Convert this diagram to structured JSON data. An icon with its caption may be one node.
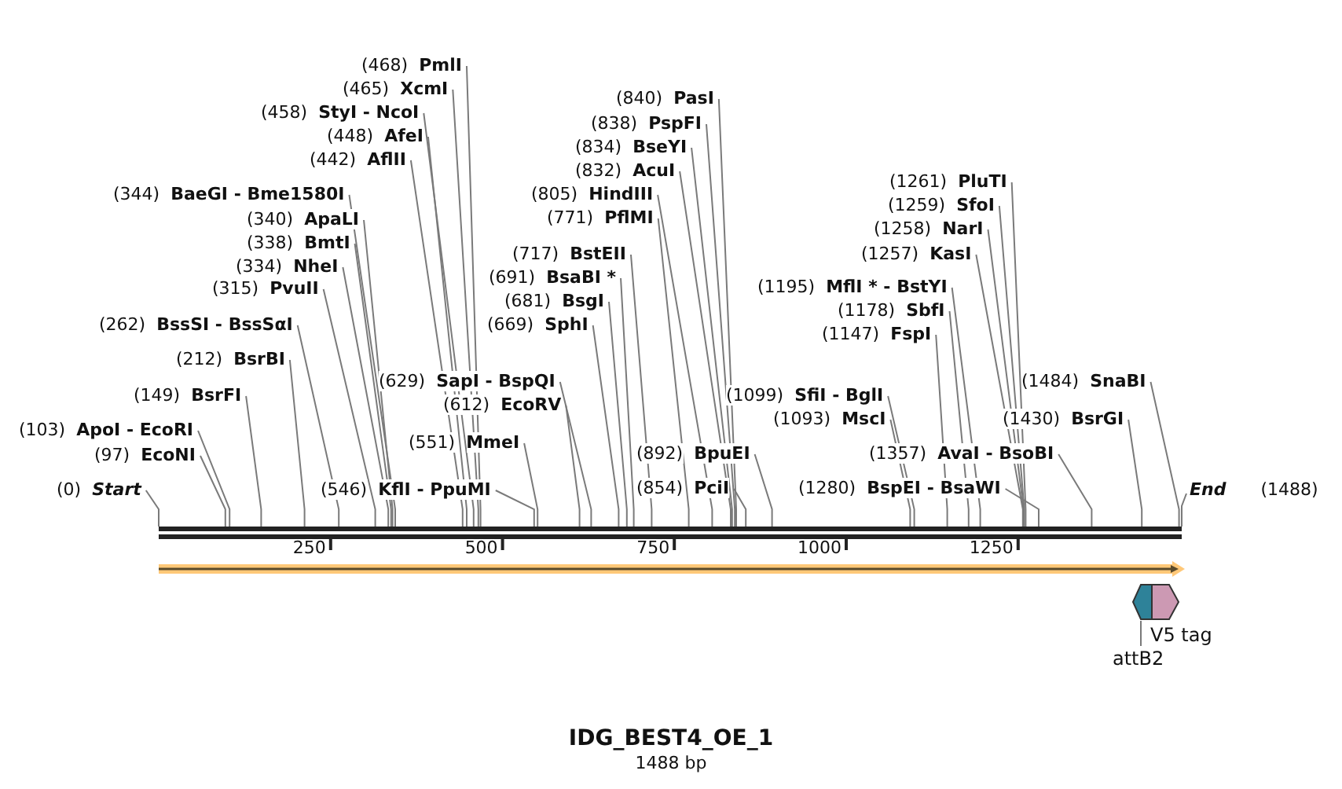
{
  "diagram": {
    "title": "IDG_BEST4_OE_1",
    "caption": "1488 bp",
    "nodes": [
      {
        "text": [
          "(468)",
          "PmlI"
        ]
      },
      {
        "text": [
          "(465)",
          "XcmI"
        ]
      },
      {
        "text": [
          "(458)",
          "StyI - NcoI"
        ]
      },
      {
        "text": [
          "(448)",
          "AfeI"
        ]
      },
      {
        "text": [
          "(442)",
          "AflII"
        ]
      },
      {
        "text": [
          "(344)",
          "BaeGI - Bme1580I"
        ]
      },
      {
        "text": [
          "(340)",
          "ApaLI"
        ]
      },
      {
        "text": [
          "(338)",
          "BmtI"
        ]
      },
      {
        "text": [
          "(334)",
          "NheI"
        ]
      },
      {
        "text": [
          "(315)",
          "PvuII"
        ]
      },
      {
        "text": [
          "(262)",
          "BssSI - BssSαI"
        ]
      },
      {
        "text": [
          "(212)",
          "BsrBI"
        ]
      },
      {
        "text": [
          "(149)",
          "BsrFI"
        ]
      },
      {
        "text": [
          "(103)",
          "ApoI - EcoRI"
        ]
      },
      {
        "text": [
          "(97)",
          "EcoNI"
        ]
      },
      {
        "text": [
          "(0)",
          "Start"
        ]
      },
      {
        "text": [
          "(546)",
          "KflI - PpuMI"
        ]
      },
      {
        "text": [
          "(551)",
          "MmeI"
        ]
      },
      {
        "text": [
          "(612)",
          "EcoRV"
        ]
      },
      {
        "text": [
          "(629)",
          "SapI - BspQI"
        ]
      },
      {
        "text": [
          "(669)",
          "SphI"
        ]
      },
      {
        "text": [
          "(681)",
          "BsgI"
        ]
      },
      {
        "text": [
          "(691)",
          "BsaBI *"
        ]
      },
      {
        "text": [
          "(717)",
          "BstEII"
        ]
      },
      {
        "text": [
          "(771)",
          "PflMI"
        ]
      },
      {
        "text": [
          "(805)",
          "HindIII"
        ]
      },
      {
        "text": [
          "(832)",
          "AcuI"
        ]
      },
      {
        "text": [
          "(834)",
          "BseYI"
        ]
      },
      {
        "text": [
          "(838)",
          "PspFI"
        ]
      },
      {
        "text": [
          "(840)",
          "PasI"
        ]
      },
      {
        "text": [
          "(892)",
          "BpuEI"
        ]
      },
      {
        "text": [
          "(854)",
          "PciI"
        ]
      },
      {
        "text": [
          "(1099)",
          "SfiI - BglI"
        ]
      },
      {
        "text": [
          "(1093)",
          "MscI"
        ]
      },
      {
        "text": [
          "(1280)",
          "BspEI - BsaWI"
        ]
      },
      {
        "text": [
          "(1357)",
          "AvaI - BsoBI"
        ]
      },
      {
        "text": [
          "(1147)",
          "FspI"
        ]
      },
      {
        "text": [
          "(1178)",
          "SbfI"
        ]
      },
      {
        "text": [
          "(1195)",
          "MflI * - BstYI"
        ]
      },
      {
        "text": [
          "(1257)",
          "KasI"
        ]
      },
      {
        "text": [
          "(1258)",
          "NarI"
        ]
      },
      {
        "text": [
          "(1259)",
          "SfoI"
        ]
      },
      {
        "text": [
          "(1261)",
          "PluTI"
        ]
      },
      {
        "text": [
          "(1430)",
          "BsrGI"
        ]
      },
      {
        "text": [
          "(1484)",
          "SnaBI"
        ]
      },
      {
        "text": [
          "End",
          "(1488)"
        ]
      },
      {
        "text": [],
        "shape": "bar"
      },
      {
        "text": [],
        "shape": "arrow"
      },
      {
        "text": [
          "V5 tag"
        ]
      },
      {
        "text": [
          "attB2"
        ]
      }
    ],
    "edges": [
      {
        "from": 0,
        "to": 46,
        "arrow": "none"
      },
      {
        "from": 1,
        "to": 46,
        "arrow": "none"
      },
      {
        "from": 2,
        "to": 46,
        "arrow": "none"
      },
      {
        "from": 3,
        "to": 46,
        "arrow": "none"
      },
      {
        "from": 4,
        "to": 46,
        "arrow": "none"
      },
      {
        "from": 5,
        "to": 46,
        "arrow": "none"
      },
      {
        "from": 6,
        "to": 46,
        "arrow": "none"
      },
      {
        "from": 7,
        "to": 46,
        "arrow": "none"
      },
      {
        "from": 8,
        "to": 46,
        "arrow": "none"
      },
      {
        "from": 9,
        "to": 46,
        "arrow": "none"
      },
      {
        "from": 10,
        "to": 46,
        "arrow": "none"
      },
      {
        "from": 11,
        "to": 46,
        "arrow": "none"
      },
      {
        "from": 12,
        "to": 46,
        "arrow": "none"
      },
      {
        "from": 13,
        "to": 46,
        "arrow": "none"
      },
      {
        "from": 14,
        "to": 46,
        "arrow": "none"
      },
      {
        "from": 15,
        "to": 46,
        "arrow": "none"
      },
      {
        "from": 16,
        "to": 46,
        "arrow": "none"
      },
      {
        "from": 17,
        "to": 46,
        "arrow": "none"
      },
      {
        "from": 18,
        "to": 46,
        "arrow": "none"
      },
      {
        "from": 19,
        "to": 46,
        "arrow": "none"
      },
      {
        "from": 20,
        "to": 46,
        "arrow": "none"
      },
      {
        "from": 21,
        "to": 46,
        "arrow": "none"
      },
      {
        "from": 22,
        "to": 46,
        "arrow": "none"
      },
      {
        "from": 23,
        "to": 46,
        "arrow": "none"
      },
      {
        "from": 24,
        "to": 46,
        "arrow": "none"
      },
      {
        "from": 25,
        "to": 46,
        "arrow": "none"
      },
      {
        "from": 26,
        "to": 46,
        "arrow": "none"
      },
      {
        "from": 27,
        "to": 46,
        "arrow": "none"
      },
      {
        "from": 28,
        "to": 46,
        "arrow": "none"
      },
      {
        "from": 29,
        "to": 46,
        "arrow": "none"
      },
      {
        "from": 30,
        "to": 46,
        "arrow": "none"
      },
      {
        "from": 31,
        "to": 46,
        "arrow": "none"
      },
      {
        "from": 32,
        "to": 46,
        "arrow": "none"
      },
      {
        "from": 33,
        "to": 46,
        "arrow": "none"
      },
      {
        "from": 34,
        "to": 46,
        "arrow": "none"
      },
      {
        "from": 35,
        "to": 46,
        "arrow": "none"
      },
      {
        "from": 36,
        "to": 46,
        "arrow": "none"
      },
      {
        "from": 37,
        "to": 46,
        "arrow": "none"
      },
      {
        "from": 38,
        "to": 46,
        "arrow": "none"
      },
      {
        "from": 39,
        "to": 46,
        "arrow": "none"
      },
      {
        "from": 40,
        "to": 46,
        "arrow": "none"
      },
      {
        "from": 41,
        "to": 46,
        "arrow": "none"
      },
      {
        "from": 42,
        "to": 46,
        "arrow": "none"
      },
      {
        "from": 43,
        "to": 46,
        "arrow": "none"
      },
      {
        "from": 44,
        "to": 46,
        "arrow": "none"
      },
      {
        "from": 45,
        "to": 46,
        "arrow": "none"
      },
      {
        "from": 49,
        "to": 47,
        "arrow": "none"
      }
    ],
    "labels": [
      "250",
      "500",
      "750",
      "1000",
      "1250"
    ]
  }
}
